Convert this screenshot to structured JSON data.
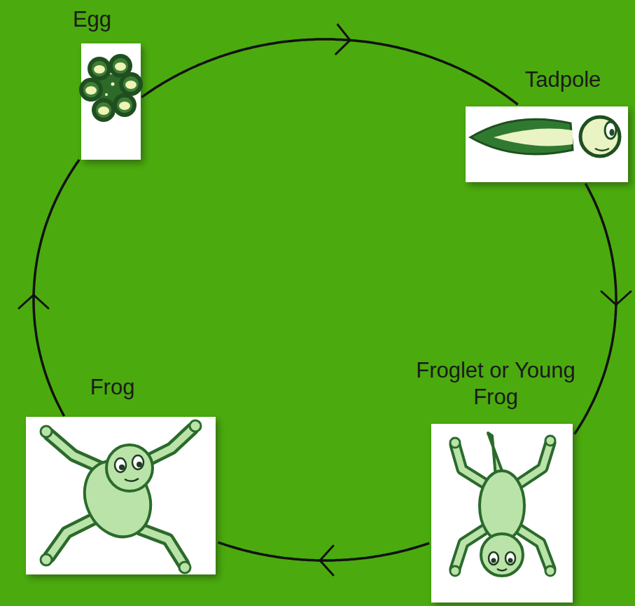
{
  "diagram": {
    "nodes": [
      {
        "text": [
          "Egg"
        ]
      },
      {
        "text": [
          "Tadpole"
        ]
      },
      {
        "text": [
          "Froglet or Young Frog"
        ]
      },
      {
        "text": [
          "Frog"
        ]
      }
    ],
    "edges": [
      {
        "from": 0,
        "to": 1,
        "arrow": "to"
      },
      {
        "from": 1,
        "to": 2,
        "arrow": "to"
      },
      {
        "from": 2,
        "to": 3,
        "arrow": "to"
      },
      {
        "from": 3,
        "to": 0,
        "arrow": "to"
      }
    ]
  }
}
